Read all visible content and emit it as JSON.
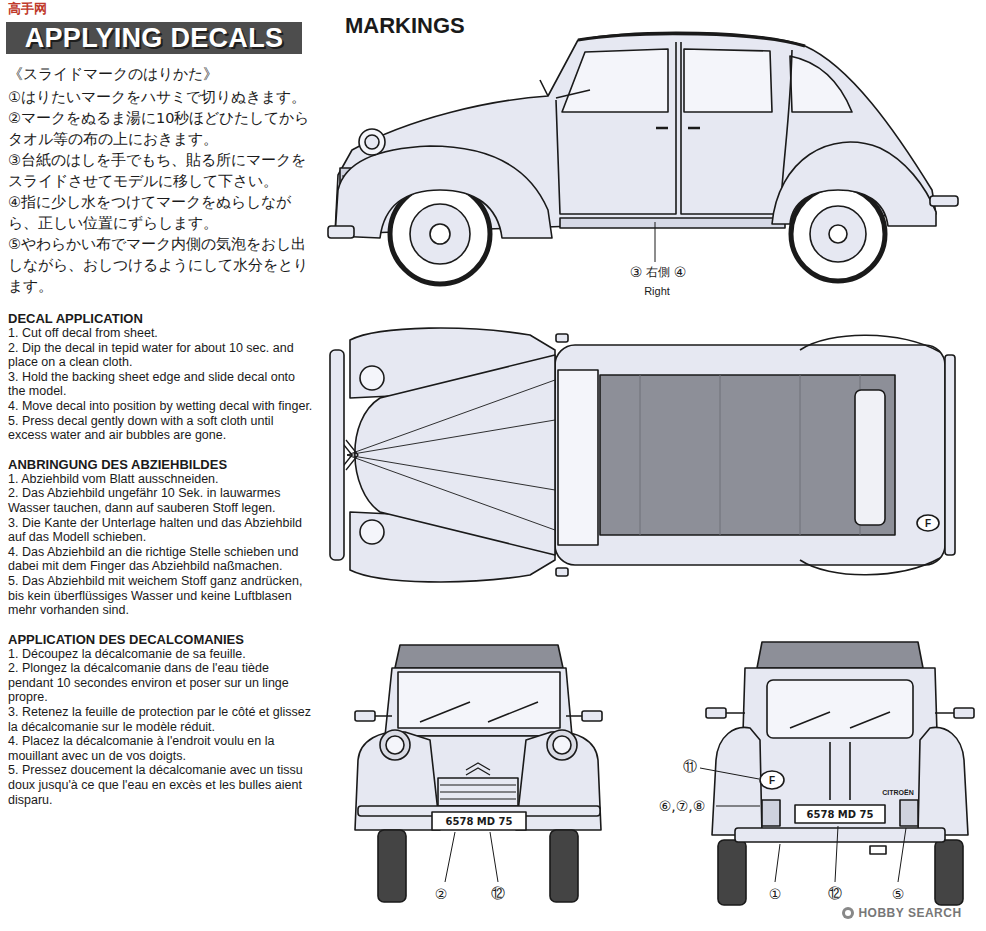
{
  "diagram": {
    "title": "APPLYING DECALS",
    "labels": [
      "高手网",
      "MARKINGS",
      "《スライドマークのはりかた》",
      "①はりたいマークをハサミで切りぬきます。",
      "②マークをぬるま湯に10秒ほどひたしてからタオル等の布の上におきます。",
      "③台紙のはしを手でもち、貼る所にマークをスライドさせてモデルに移して下さい。",
      "④指に少し水をつけてマークをぬらしながら、正しい位置にずらします。",
      "⑤やわらかい布でマーク内側の気泡をおし出しながら、おしつけるようにして水分をとります。",
      "DECAL APPLICATION",
      "1. Cut off decal from sheet.",
      "2. Dip the decal in tepid water for about 10 sec. and place on a clean cloth.",
      "3. Hold the backing sheet edge and slide decal onto the model.",
      "4. Move decal into position by wetting decal with finger.",
      "5. Press decal gently down with a soft cloth until excess water and air bubbles are gone.",
      "ANBRINGUNG DES ABZIEHBILDES",
      "1. Abziehbild vom Blatt ausschneiden.",
      "2. Das Abziehbild ungefähr 10 Sek. in lauwarmes Wasser tauchen, dann auf sauberen Stoff legen.",
      "3. Die Kante der Unterlage halten und das Abziehbild auf das Modell schieben.",
      "4. Das Abziehbild an die richtige Stelle schieben und dabei mit dem Finger das Abziehbild naßmachen.",
      "5. Das Abziehbild mit weichem Stoff ganz andrücken, bis kein überflüssiges Wasser und keine Luftblasen mehr vorhanden sind.",
      "APPLICATION DES DECALCOMANIES",
      "1. Découpez la décalcomanie de sa feuille.",
      "2. Plongez la décalcomanie dans de l'eau tiède pendant 10 secondes environ et poser sur un linge propre.",
      "3. Retenez la feuille de protection par le côté et glissez la décalcomanie sur le modèle réduit.",
      "4. Placez la décalcomanie à l'endroit voulu en la mouillant avec un de vos doigts.",
      "5. Pressez doucement la décalcomanie avec un tissu doux jusqu'à ce que l'eau en excès et les bulles aient disparu.",
      "③",
      "右側",
      "④",
      "Right",
      "⑪",
      "⑥,⑦,⑧",
      "②",
      "⑫",
      "①",
      "⑫",
      "⑤",
      "6578 MD 75",
      "6578 MD 75",
      "F",
      "CITROËN",
      "HOBBY SEARCH",
      "F"
    ]
  }
}
